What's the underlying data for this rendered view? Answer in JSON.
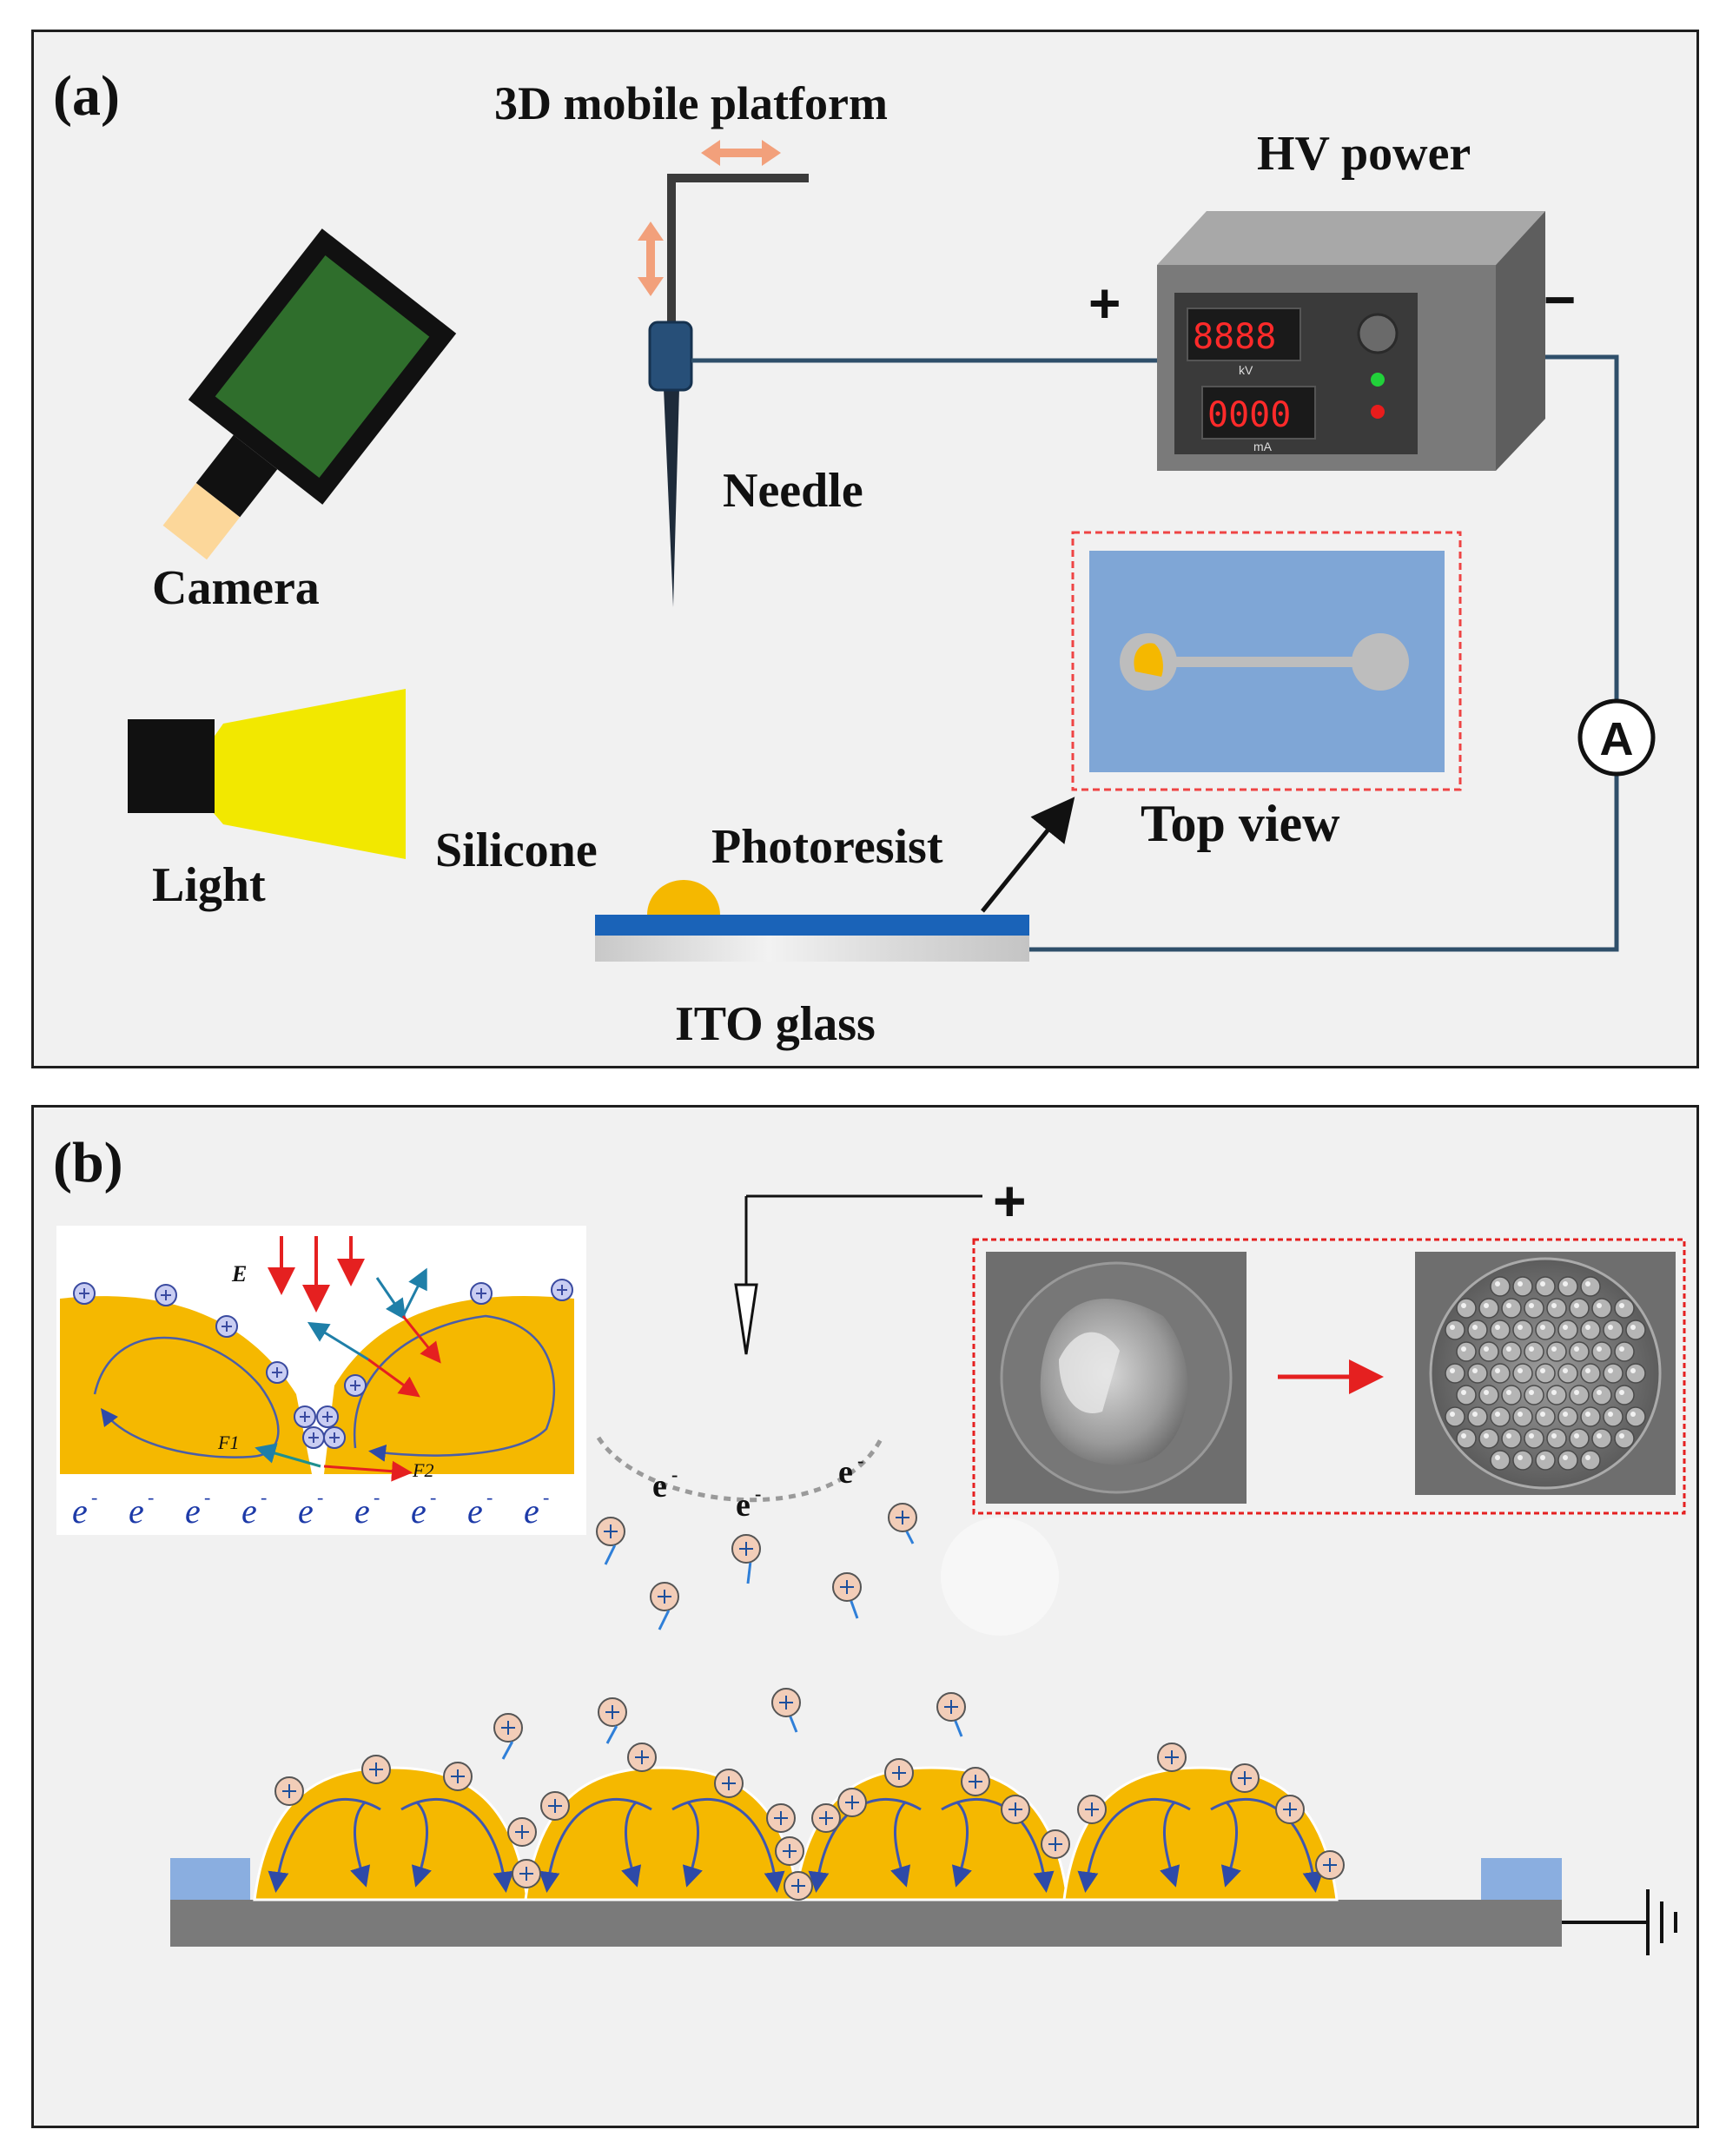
{
  "panel_a": {
    "label": "(a)",
    "platform": "3D mobile platform",
    "hv_power": "HV power",
    "plus_sign": "+",
    "minus_sign": "−",
    "needle": "Needle",
    "camera": "Camera",
    "light": "Light",
    "top_view": "Top view",
    "silicone": "Silicone",
    "photoresist": "Photoresist",
    "ito_glass": "ITO glass",
    "ammeter": "A",
    "display_kv": "8888",
    "display_ma": "0000",
    "unit_kv": "kV",
    "unit_ma": "mA"
  },
  "panel_b": {
    "label": "(b)",
    "plus_sign": "+",
    "field": "E",
    "force_1": "F1",
    "force_2": "F2",
    "electron": "e",
    "electron_charge": "-"
  },
  "colors": {
    "silicone": "#f5b800",
    "photoresist_blue": "#1a63b8",
    "wire": "#2f4f6a",
    "arrow_orange": "#f2a07b",
    "ion_fill": "#f2cdb8",
    "ion_stroke": "#1d4f9c",
    "electric_field": "#e52020",
    "top_view_bg": "#7fa6d6",
    "substrate": "#7a7a7a",
    "side_block": "#8aaee0"
  }
}
